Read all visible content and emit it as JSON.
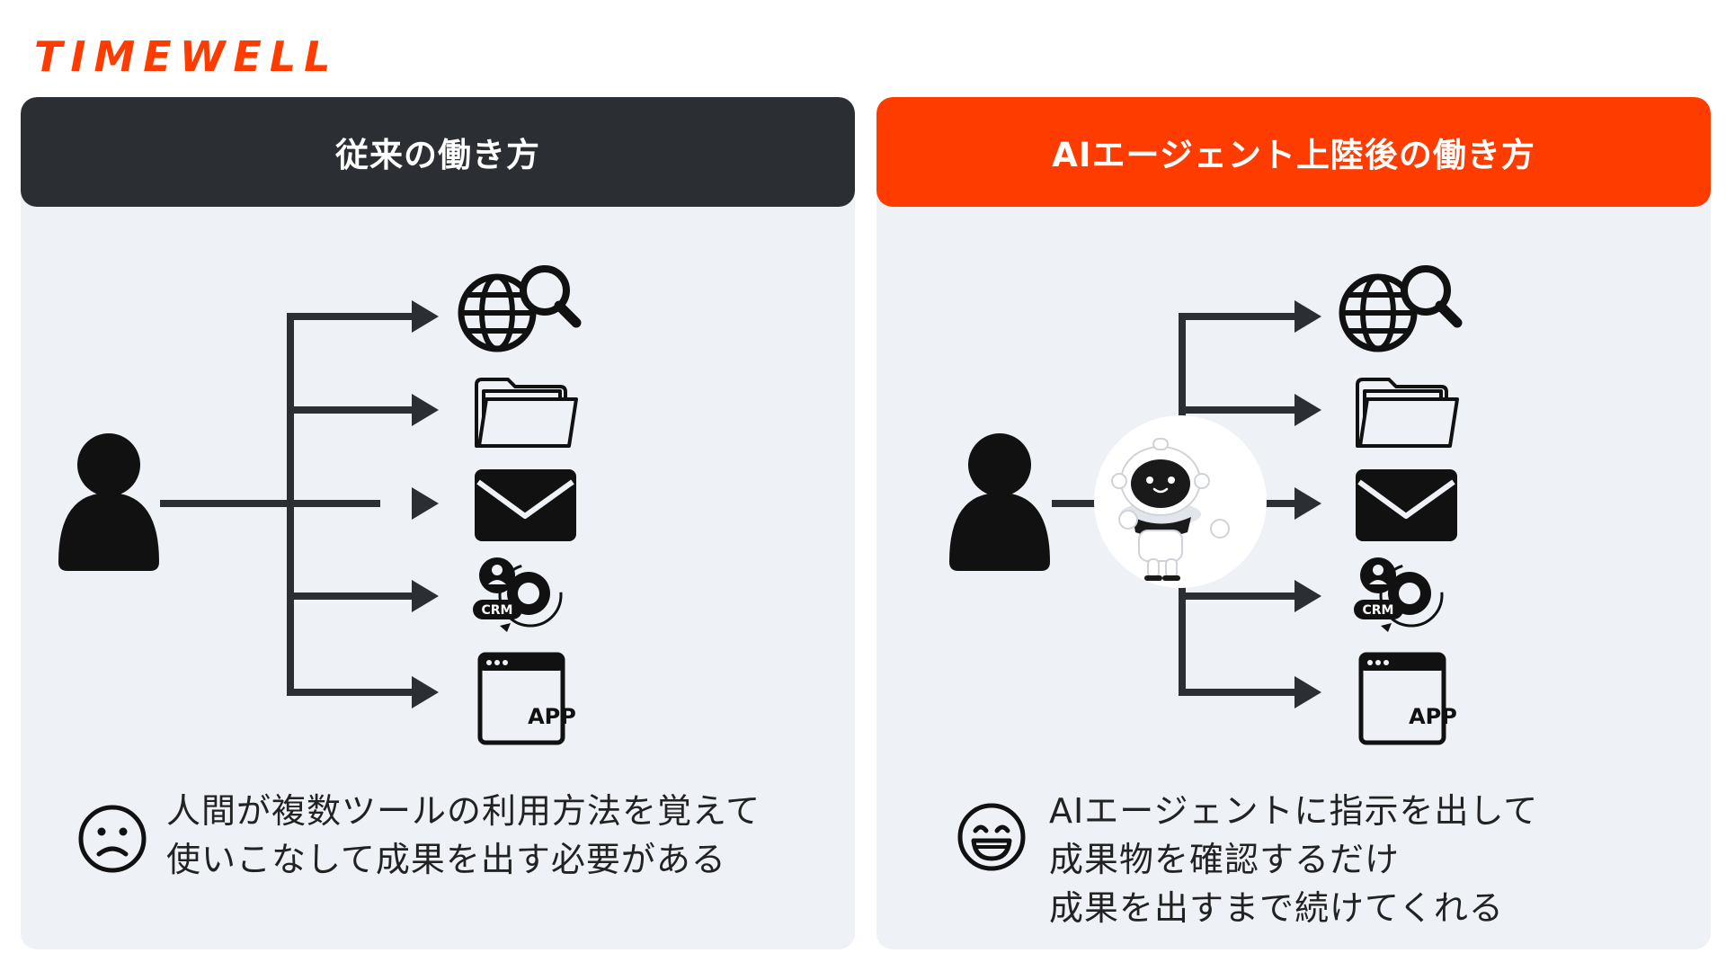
{
  "brand": {
    "logo_text": "TIMEWELL"
  },
  "colors": {
    "accent": "#ff3c00",
    "dark": "#2b2e33",
    "panel_bg": "#eef1f6",
    "icon": "#111111"
  },
  "left_panel": {
    "title": "従来の働き方",
    "tools": [
      "web-search-icon",
      "folder-icon",
      "mail-icon",
      "crm-icon",
      "app-icon"
    ],
    "crm_label": "CRM",
    "app_label": "APP",
    "mood_icon": "sad-face-icon",
    "caption_lines": [
      "人間が複数ツールの利用方法を覚えて",
      "使いこなして成果を出す必要がある"
    ]
  },
  "right_panel": {
    "title": "AIエージェント上陸後の働き方",
    "tools": [
      "web-search-icon",
      "folder-icon",
      "mail-icon",
      "crm-icon",
      "app-icon"
    ],
    "crm_label": "CRM",
    "app_label": "APP",
    "agent_icon": "robot-icon",
    "mood_icon": "happy-face-icon",
    "caption_lines": [
      "AIエージェントに指示を出して",
      "成果物を確認するだけ",
      "成果を出すまで続けてくれる"
    ]
  }
}
